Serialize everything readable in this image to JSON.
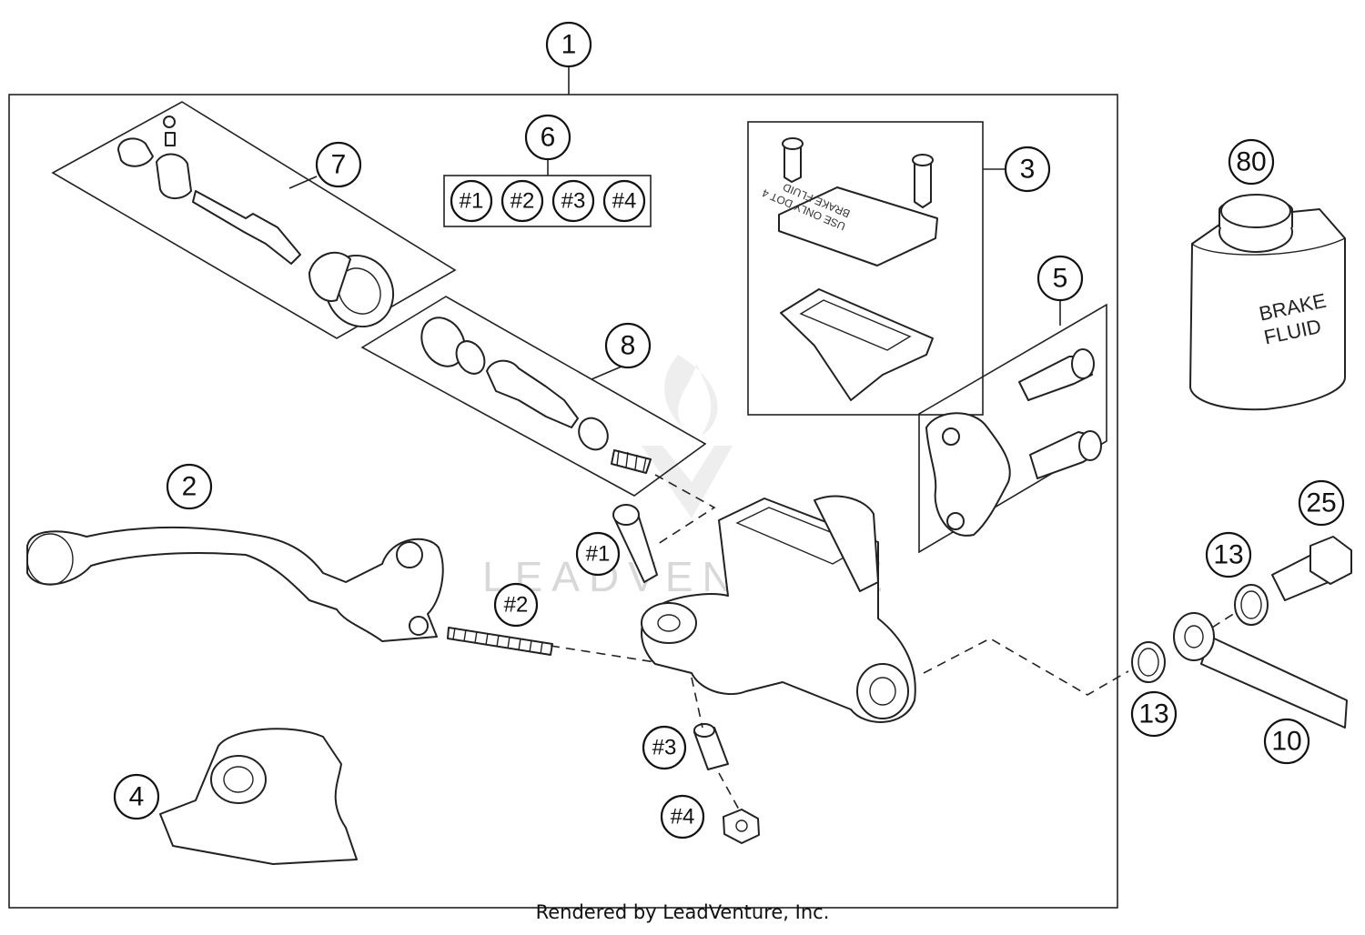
{
  "callouts": {
    "c1": "1",
    "c2": "2",
    "c3": "3",
    "c4": "4",
    "c5": "5",
    "c6": "6",
    "c7": "7",
    "c8": "8",
    "c10": "10",
    "c13a": "13",
    "c13b": "13",
    "c25": "25",
    "c80": "80"
  },
  "kit_items": [
    "#1",
    "#2",
    "#3",
    "#4"
  ],
  "sub_callouts": {
    "s1": "#1",
    "s2": "#2",
    "s3": "#3",
    "s4": "#4"
  },
  "can_label": {
    "line1": "BRAKE",
    "line2": "FLUID"
  },
  "cover_text": {
    "line1": "USE ONLY DOT 4",
    "line2": "BRAKE FLUID"
  },
  "watermark": "LEADVENTURE",
  "footer": "Rendered by LeadVenture, Inc.",
  "icons": {
    "watermark_logo": "flame-v-logo"
  }
}
